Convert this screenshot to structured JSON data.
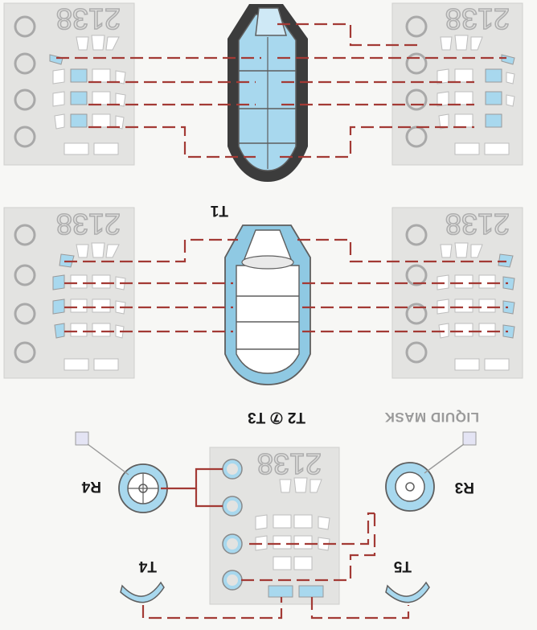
{
  "part_number": "2138",
  "labels": {
    "t1": "T1",
    "t2_t3": "T2 ⑦ T3",
    "t4": "T4",
    "t5": "T5",
    "r3": "R3",
    "r4": "R4",
    "liquid_mask": "LIQUID MASK"
  },
  "colors": {
    "mask_blue": "#a8d8ee",
    "leader": "#a33a35",
    "frame_dark": "#3c3c3c"
  }
}
